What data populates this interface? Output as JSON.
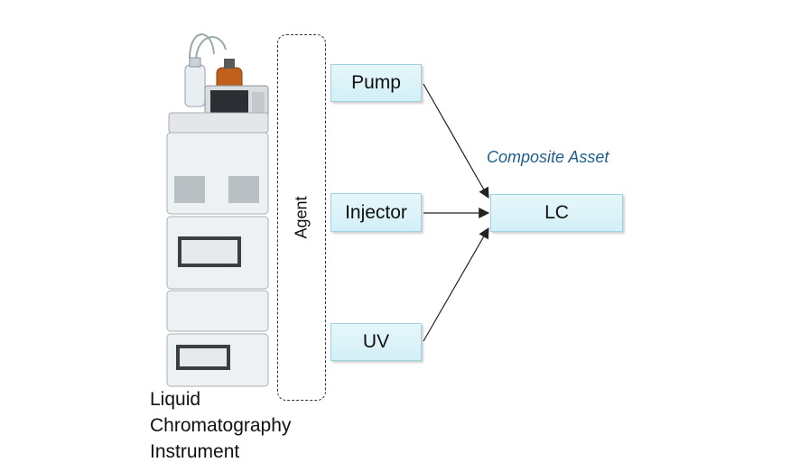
{
  "instrument": {
    "icon": "liquid-chromatography-instrument-image",
    "caption_lines": [
      "Liquid",
      "Chromatography",
      "Instrument"
    ]
  },
  "agent": {
    "label": "Agent"
  },
  "components": {
    "pump": "Pump",
    "injector": "Injector",
    "uv": "UV"
  },
  "composite": {
    "label": "Composite Asset",
    "asset": "LC"
  },
  "colors": {
    "box_fill": "#dff4fa",
    "box_border": "#9fd3e2",
    "composite_text": "#1f5f8b",
    "arrow": "#222222"
  }
}
